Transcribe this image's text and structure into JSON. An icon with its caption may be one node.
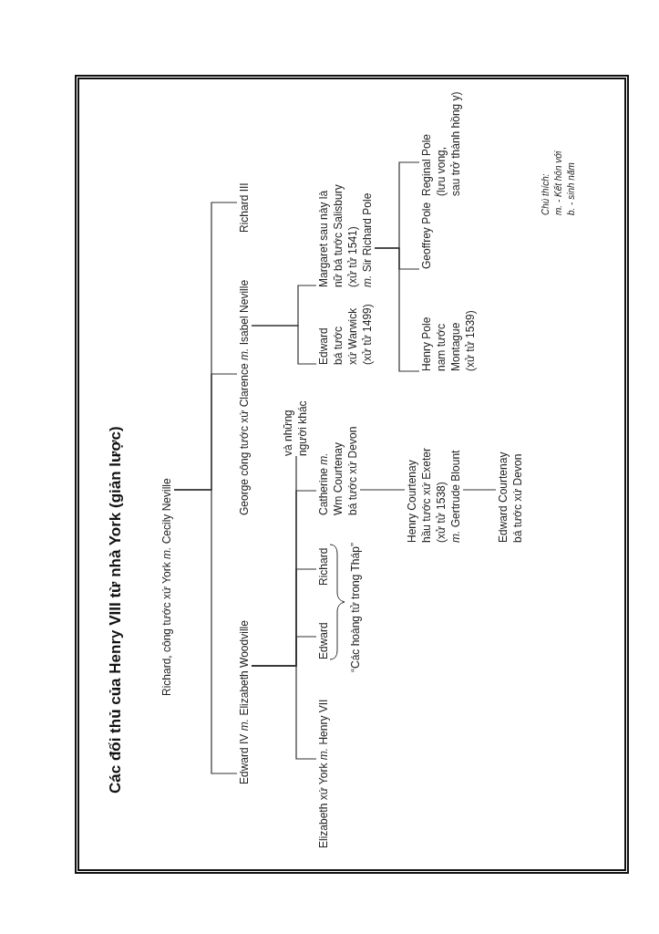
{
  "diagram": {
    "title": "Các đối thủ của Henry VIII từ nhà York (giản lược)",
    "nodes": [
      {
        "text": [
          "Richard, công tước xứ York *m.* Cecily Neville"
        ]
      },
      {
        "text": [
          "Edward IV  *m.* Elizabeth Woodville"
        ]
      },
      {
        "text": [
          "George công tước xứ Clarence *m.* Isabel Neville"
        ]
      },
      {
        "text": [
          "Richard III"
        ]
      },
      {
        "text": [
          "Elizabeth xứ York *m.* Henry VII"
        ]
      },
      {
        "text": [
          "Edward"
        ]
      },
      {
        "text": [
          "Richard"
        ]
      },
      {
        "text": [
          "Catherine *m.* Wm Courtenay bá tước xứ Devon"
        ]
      },
      {
        "text": [
          "và những người khác"
        ]
      },
      {
        "text": [
          "Edward bá tước xứ Warwick (xử tử 1499)"
        ]
      },
      {
        "text": [
          "Margaret sau này là nữ bá tước Salisbury (xử tử 1541) *m.* Sir Richard Pole"
        ]
      },
      {
        "text": [
          "Henry Courtenay hầu tước xứ Exeter (xử tử 1538) *m.* Gertrude Blount"
        ]
      },
      {
        "text": [
          "Edward Courtenay bá tước xứ Devon"
        ]
      },
      {
        "text": [
          "Henry Pole nam tước Montague (xử tử 1539)"
        ]
      },
      {
        "text": [
          "Geoffrey Pole"
        ]
      },
      {
        "text": [
          "Reginal Pole (lưu vong, sau trở thành hồng y)"
        ]
      }
    ],
    "edges": [
      {
        "from": 0,
        "to": 1,
        "arrow": "none"
      },
      {
        "from": 0,
        "to": 2,
        "arrow": "none"
      },
      {
        "from": 0,
        "to": 3,
        "arrow": "none"
      },
      {
        "from": 1,
        "to": 4,
        "arrow": "none"
      },
      {
        "from": 1,
        "to": 5,
        "arrow": "none"
      },
      {
        "from": 1,
        "to": 6,
        "arrow": "none"
      },
      {
        "from": 1,
        "to": 7,
        "arrow": "none"
      },
      {
        "from": 1,
        "to": 8,
        "arrow": "none"
      },
      {
        "from": 2,
        "to": 9,
        "arrow": "none"
      },
      {
        "from": 2,
        "to": 10,
        "arrow": "none"
      },
      {
        "from": 7,
        "to": 11,
        "arrow": "none"
      },
      {
        "from": 11,
        "to": 12,
        "arrow": "none"
      },
      {
        "from": 10,
        "to": 13,
        "arrow": "none"
      },
      {
        "from": 10,
        "to": 14,
        "arrow": "none"
      },
      {
        "from": 10,
        "to": 15,
        "arrow": "none"
      }
    ],
    "labels": [
      "“Các hoàng tử trong Tháp”",
      "Chú thích:",
      "*m.* - Kết hôn với",
      "*b.* - sinh năm"
    ]
  }
}
